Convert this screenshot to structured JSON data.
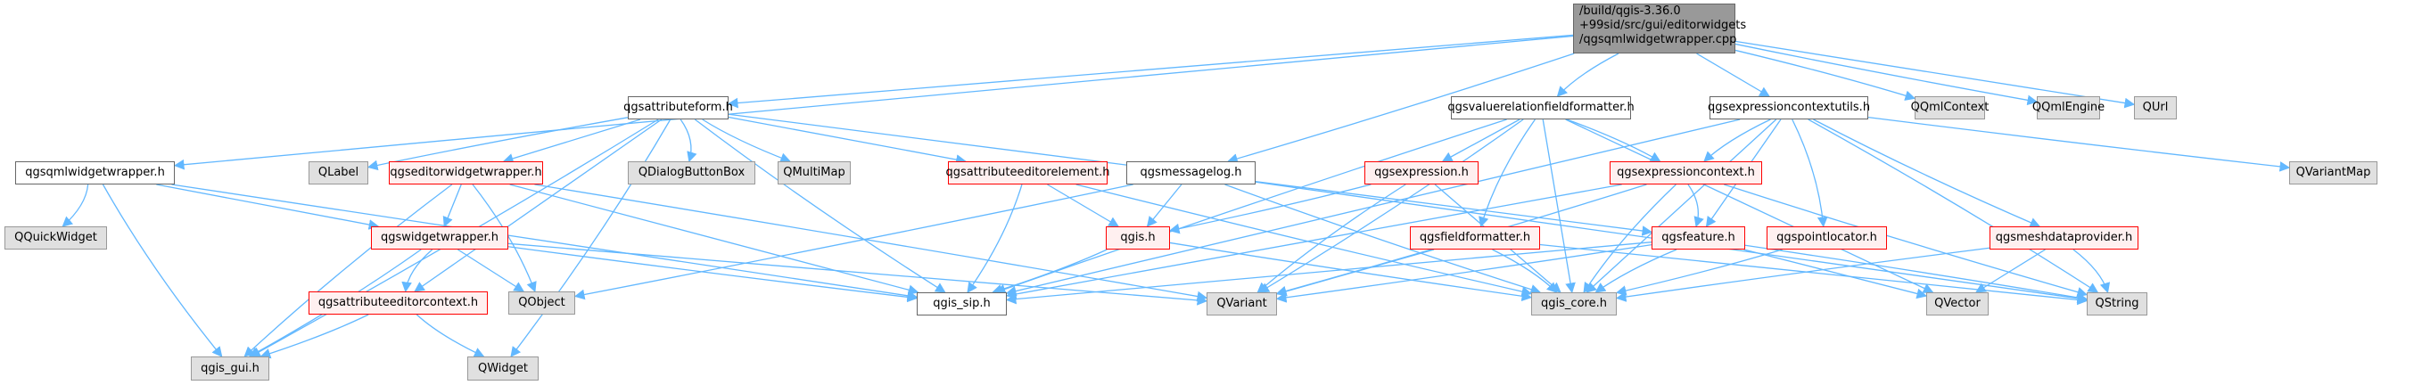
{
  "root": {
    "id": "root",
    "lines": [
      "/build/qgis-3.36.0",
      "+99sid/src/gui/editorwidgets",
      "/qgsqmlwidgetwrapper.cpp"
    ]
  },
  "colors": {
    "edge": "#63b8ff",
    "root_fill": "#999999",
    "plain_fill": "#ffffff",
    "external_fill": "#e0e0e0",
    "incomplete_fill": "#fff0f0",
    "incomplete_border": "#ff0000"
  },
  "nodes": [
    {
      "id": "attributeform",
      "label": "qgsattributeform.h",
      "kind": "plain"
    },
    {
      "id": "valuerel",
      "label": "qgsvaluerelationfieldformatter.h",
      "kind": "plain"
    },
    {
      "id": "exprctxutils",
      "label": "qgsexpressioncontextutils.h",
      "kind": "plain"
    },
    {
      "id": "qqmlcontext",
      "label": "QQmlContext",
      "kind": "ext"
    },
    {
      "id": "qqmlengine",
      "label": "QQmlEngine",
      "kind": "ext"
    },
    {
      "id": "qurl",
      "label": "QUrl",
      "kind": "ext"
    },
    {
      "id": "qmlwidgetwrapper",
      "label": "qgsqmlwidgetwrapper.h",
      "kind": "plain"
    },
    {
      "id": "qlabel",
      "label": "QLabel",
      "kind": "ext"
    },
    {
      "id": "editorwidgetwrapper",
      "label": "qgseditorwidgetwrapper.h",
      "kind": "red"
    },
    {
      "id": "qdialogbuttonbox",
      "label": "QDialogButtonBox",
      "kind": "ext"
    },
    {
      "id": "qmultimap",
      "label": "QMultiMap",
      "kind": "ext"
    },
    {
      "id": "attreditorelement",
      "label": "qgsattributeeditorelement.h",
      "kind": "red"
    },
    {
      "id": "messagelog",
      "label": "qgsmessagelog.h",
      "kind": "plain"
    },
    {
      "id": "expression",
      "label": "qgsexpression.h",
      "kind": "red"
    },
    {
      "id": "exprctx",
      "label": "qgsexpressioncontext.h",
      "kind": "red"
    },
    {
      "id": "qvariantmap",
      "label": "QVariantMap",
      "kind": "ext"
    },
    {
      "id": "qquickwidget",
      "label": "QQuickWidget",
      "kind": "ext"
    },
    {
      "id": "widgetwrapper",
      "label": "qgswidgetwrapper.h",
      "kind": "red"
    },
    {
      "id": "qgis",
      "label": "qgis.h",
      "kind": "red"
    },
    {
      "id": "fieldformatter",
      "label": "qgsfieldformatter.h",
      "kind": "red"
    },
    {
      "id": "feature",
      "label": "qgsfeature.h",
      "kind": "red"
    },
    {
      "id": "pointlocator",
      "label": "qgspointlocator.h",
      "kind": "red"
    },
    {
      "id": "meshdataprovider",
      "label": "qgsmeshdataprovider.h",
      "kind": "red"
    },
    {
      "id": "attreditorcontext",
      "label": "qgsattributeeditorcontext.h",
      "kind": "red"
    },
    {
      "id": "qobject",
      "label": "QObject",
      "kind": "ext"
    },
    {
      "id": "qgissip",
      "label": "qgis_sip.h",
      "kind": "plain"
    },
    {
      "id": "qvariant",
      "label": "QVariant",
      "kind": "ext"
    },
    {
      "id": "qgiscore",
      "label": "qgis_core.h",
      "kind": "ext"
    },
    {
      "id": "qvector",
      "label": "QVector",
      "kind": "ext"
    },
    {
      "id": "qstring",
      "label": "QString",
      "kind": "ext"
    },
    {
      "id": "qgisgui",
      "label": "qgis_gui.h",
      "kind": "ext"
    },
    {
      "id": "qwidget",
      "label": "QWidget",
      "kind": "ext"
    }
  ],
  "edges": [
    [
      "root",
      "qmlwidgetwrapper"
    ],
    [
      "root",
      "attributeform"
    ],
    [
      "root",
      "messagelog"
    ],
    [
      "root",
      "valuerel"
    ],
    [
      "root",
      "exprctxutils"
    ],
    [
      "root",
      "qqmlcontext"
    ],
    [
      "root",
      "qqmlengine"
    ],
    [
      "root",
      "qurl"
    ],
    [
      "qmlwidgetwrapper",
      "qquickwidget"
    ],
    [
      "qmlwidgetwrapper",
      "qgisgui"
    ],
    [
      "qmlwidgetwrapper",
      "widgetwrapper"
    ],
    [
      "qmlwidgetwrapper",
      "qgissip"
    ],
    [
      "attributeform",
      "qlabel"
    ],
    [
      "attributeform",
      "editorwidgetwrapper"
    ],
    [
      "attributeform",
      "qdialogbuttonbox"
    ],
    [
      "attributeform",
      "qmultimap"
    ],
    [
      "attributeform",
      "attreditorelement"
    ],
    [
      "attributeform",
      "qgisgui"
    ],
    [
      "attributeform",
      "qgissip"
    ],
    [
      "attributeform",
      "attreditorcontext"
    ],
    [
      "attributeform",
      "qwidget"
    ],
    [
      "attributeform",
      "feature"
    ],
    [
      "editorwidgetwrapper",
      "widgetwrapper"
    ],
    [
      "editorwidgetwrapper",
      "qobject"
    ],
    [
      "editorwidgetwrapper",
      "qgisgui"
    ],
    [
      "editorwidgetwrapper",
      "qgissip"
    ],
    [
      "editorwidgetwrapper",
      "qvariant"
    ],
    [
      "widgetwrapper",
      "attreditorcontext"
    ],
    [
      "widgetwrapper",
      "qobject"
    ],
    [
      "widgetwrapper",
      "qgisgui"
    ],
    [
      "widgetwrapper",
      "qgissip"
    ],
    [
      "widgetwrapper",
      "qvariant"
    ],
    [
      "attreditorcontext",
      "qgisgui"
    ],
    [
      "attreditorcontext",
      "qwidget"
    ],
    [
      "attreditorelement",
      "qgis"
    ],
    [
      "attreditorelement",
      "qgissip"
    ],
    [
      "attreditorelement",
      "qgiscore"
    ],
    [
      "messagelog",
      "qgis"
    ],
    [
      "messagelog",
      "qobject"
    ],
    [
      "messagelog",
      "qgiscore"
    ],
    [
      "messagelog",
      "qstring"
    ],
    [
      "qgis",
      "qgissip"
    ],
    [
      "qgis",
      "qgiscore"
    ],
    [
      "valuerel",
      "expression"
    ],
    [
      "valuerel",
      "exprctx"
    ],
    [
      "valuerel",
      "fieldformatter"
    ],
    [
      "valuerel",
      "qgiscore"
    ],
    [
      "valuerel",
      "qvariant"
    ],
    [
      "valuerel",
      "qgissip"
    ],
    [
      "valuerel",
      "qvector"
    ],
    [
      "expression",
      "qgis"
    ],
    [
      "expression",
      "qvariant"
    ],
    [
      "expression",
      "qgiscore"
    ],
    [
      "exprctx",
      "feature"
    ],
    [
      "exprctx",
      "qgiscore"
    ],
    [
      "exprctx",
      "qgissip"
    ],
    [
      "exprctx",
      "qvariant"
    ],
    [
      "exprctx",
      "qstring"
    ],
    [
      "fieldformatter",
      "qvariant"
    ],
    [
      "fieldformatter",
      "qgiscore"
    ],
    [
      "fieldformatter",
      "qstring"
    ],
    [
      "feature",
      "qgissip"
    ],
    [
      "feature",
      "qvariant"
    ],
    [
      "feature",
      "qgiscore"
    ],
    [
      "feature",
      "qvector"
    ],
    [
      "feature",
      "qstring"
    ],
    [
      "exprctxutils",
      "exprctx"
    ],
    [
      "exprctxutils",
      "feature"
    ],
    [
      "exprctxutils",
      "pointlocator"
    ],
    [
      "exprctxutils",
      "meshdataprovider"
    ],
    [
      "exprctxutils",
      "qgiscore"
    ],
    [
      "exprctxutils",
      "qstring"
    ],
    [
      "exprctxutils",
      "qvariantmap"
    ],
    [
      "exprctxutils",
      "qgissip"
    ],
    [
      "pointlocator",
      "qgiscore"
    ],
    [
      "meshdataprovider",
      "qgiscore"
    ],
    [
      "meshdataprovider",
      "qvector"
    ],
    [
      "meshdataprovider",
      "qstring"
    ]
  ]
}
